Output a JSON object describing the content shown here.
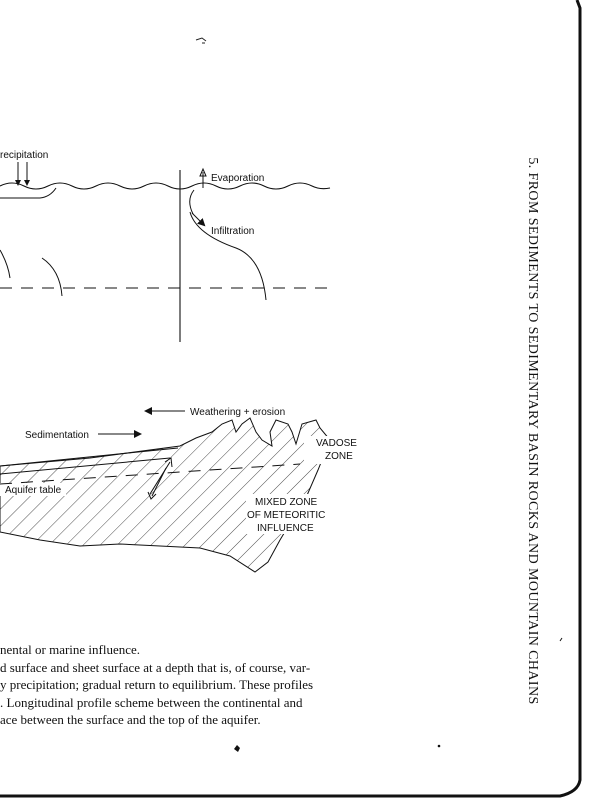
{
  "running_header": "5. FROM SEDIMENTS TO SEDIMENTARY BASIN ROCKS AND MOUNTAIN CHAINS",
  "figure": {
    "top": {
      "precipitation": "recipitation",
      "evaporation": "Evaporation",
      "infiltration": "Infiltration"
    },
    "bottom": {
      "weathering": "Weathering + erosion",
      "sedimentation": "Sedimentation",
      "vadose_line1": "VADOSE",
      "vadose_line2": "ZONE",
      "aquifer": "Aquifer table",
      "mixed_line1": "MIXED ZONE",
      "mixed_line2": "OF METEORITIC",
      "mixed_line3": "INFLUENCE"
    }
  },
  "caption_lines": [
    "nental or marine influence.",
    "d surface and sheet surface at a depth that is, of course, var-",
    "y precipitation; gradual return to equilibrium. These profiles",
    ". Longitudinal profile scheme between the continental and",
    "ace between the surface and the top of the aquifer."
  ]
}
